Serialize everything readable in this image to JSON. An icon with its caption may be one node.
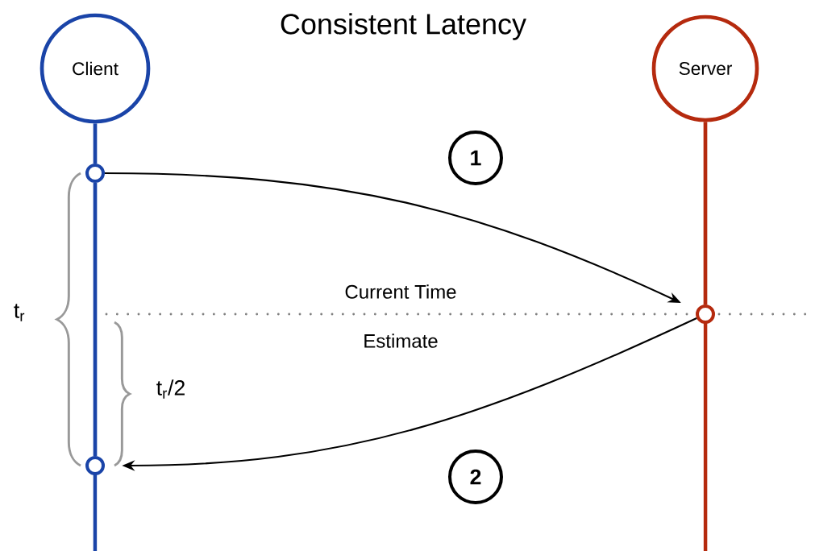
{
  "diagram": {
    "title": "Consistent Latency",
    "nodes": [
      {
        "text": [
          "Client"
        ]
      },
      {
        "text": [
          "Server"
        ]
      },
      {
        "text": [
          "1"
        ]
      },
      {
        "text": [],
        "shape": "circle"
      },
      {
        "text": [],
        "shape": "circle"
      },
      {
        "text": [
          "2"
        ]
      },
      {
        "text": [],
        "shape": "circle"
      }
    ],
    "edges": [
      {
        "from": 0,
        "to": 3,
        "arrow": "none",
        "color": "#1a44a8"
      },
      {
        "from": 3,
        "to": 6,
        "arrow": "none",
        "color": "#1a44a8"
      },
      {
        "from": 1,
        "to": 4,
        "arrow": "none",
        "color": "#b52a0e"
      },
      {
        "from": 3,
        "to": 4,
        "arrow": "to",
        "color": "#000000"
      },
      {
        "from": 4,
        "to": 6,
        "arrow": "to",
        "color": "#000000"
      }
    ],
    "labels": [
      "Current Time",
      "Estimate",
      "t$_{r}$",
      "t$_{r}$/2"
    ]
  }
}
